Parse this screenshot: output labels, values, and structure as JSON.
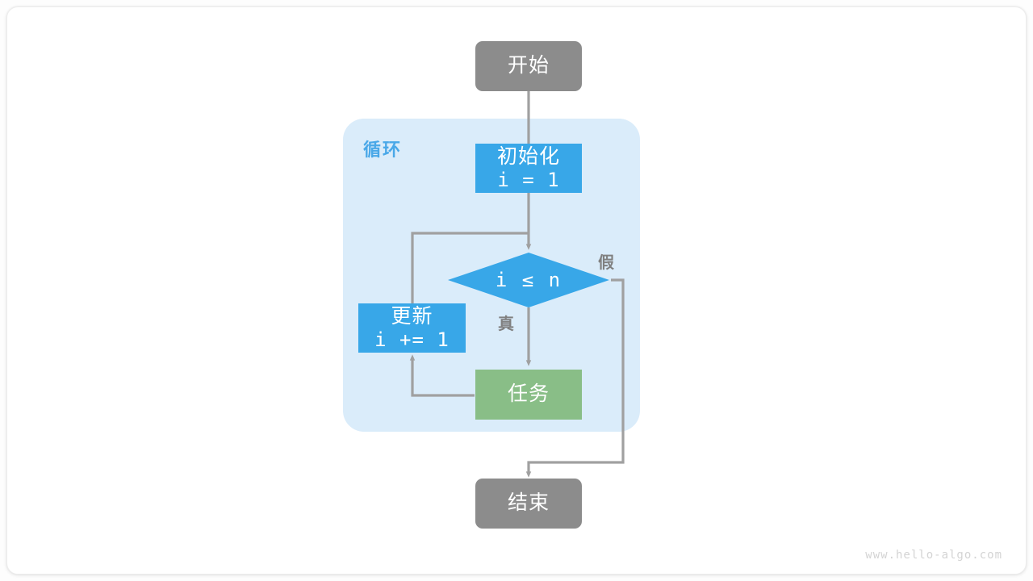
{
  "diagram": {
    "title": "for-loop-flowchart",
    "colors": {
      "terminal": "#8c8c8c",
      "process_blue": "#38a7e8",
      "process_green": "#89be87",
      "loop_container": "#daecfa",
      "loop_label": "#4aa8e8",
      "edge": "#a0a0a0",
      "edge_label": "#808080",
      "watermark": "#d4d4d4",
      "canvas": "#ffffff"
    },
    "nodes": {
      "start": {
        "label": "开始",
        "shape": "rounded-rect",
        "kind": "terminal"
      },
      "init": {
        "label": "初始化",
        "expr": "i = 1",
        "shape": "rect",
        "kind": "process"
      },
      "decision": {
        "expr": "i ≤ n",
        "shape": "diamond",
        "kind": "decision"
      },
      "update": {
        "label": "更新",
        "expr": "i += 1",
        "shape": "rect",
        "kind": "process"
      },
      "task": {
        "label": "任务",
        "shape": "rect",
        "kind": "process"
      },
      "end": {
        "label": "结束",
        "shape": "rounded-rect",
        "kind": "terminal"
      }
    },
    "loop": {
      "label": "循环"
    },
    "edge_labels": {
      "true": "真",
      "false": "假"
    },
    "watermark": "www.hello-algo.com"
  }
}
